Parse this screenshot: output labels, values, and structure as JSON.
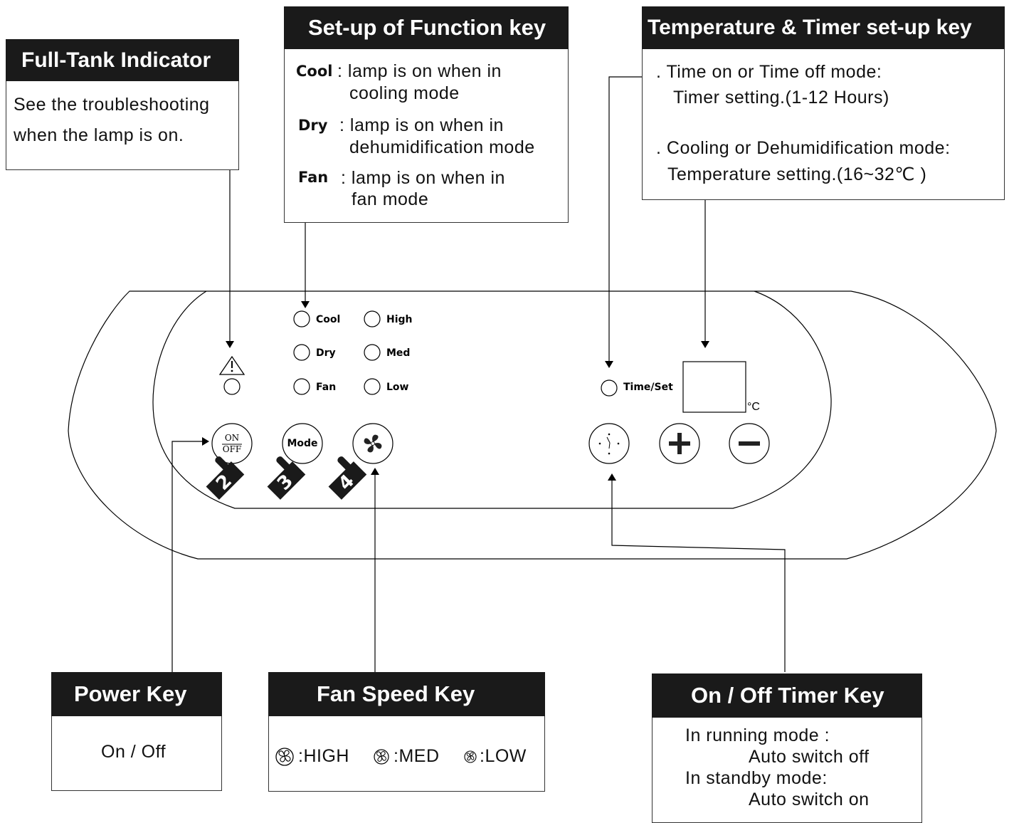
{
  "full_tank": {
    "title": "Full-Tank Indicator",
    "line1": "See the troubleshooting",
    "line2": "when the lamp is on."
  },
  "function_key": {
    "title": "Set-up of Function key",
    "items": [
      {
        "key": "Cool",
        "line1": ": lamp is on when in",
        "line2": "cooling mode"
      },
      {
        "key": "Dry",
        "line1": ": lamp is on when in",
        "line2": "dehumidification mode"
      },
      {
        "key": "Fan",
        "line1": ": lamp is on when in",
        "line2": "fan mode"
      }
    ]
  },
  "temp_timer": {
    "title": "Temperature & Timer set-up key",
    "line1": ".  Time on or Time off mode:",
    "line2": "Timer setting.(1-12 Hours)",
    "line3": ". Cooling or Dehumidification mode:",
    "line4": "Temperature setting.(16~32℃ )"
  },
  "panel": {
    "mode_lamps": [
      "Cool",
      "Dry",
      "Fan"
    ],
    "speed_lamps": [
      "High",
      "Med",
      "Low"
    ],
    "time_set": "Time/Set",
    "unit": "°C",
    "on_label": "ON",
    "off_label": "OFF",
    "mode_label": "Mode",
    "badges": [
      "2",
      "3",
      "4"
    ]
  },
  "power_key": {
    "title": "Power Key",
    "text": "On / Off"
  },
  "fan_speed_key": {
    "title": "Fan Speed Key",
    "high": ":HIGH",
    "med": ":MED",
    "low": ":LOW"
  },
  "timer_key": {
    "title": "On / Off Timer Key",
    "line1": "In running mode :",
    "line2": "Auto switch off",
    "line3": "In standby mode:",
    "line4": "Auto switch on"
  }
}
